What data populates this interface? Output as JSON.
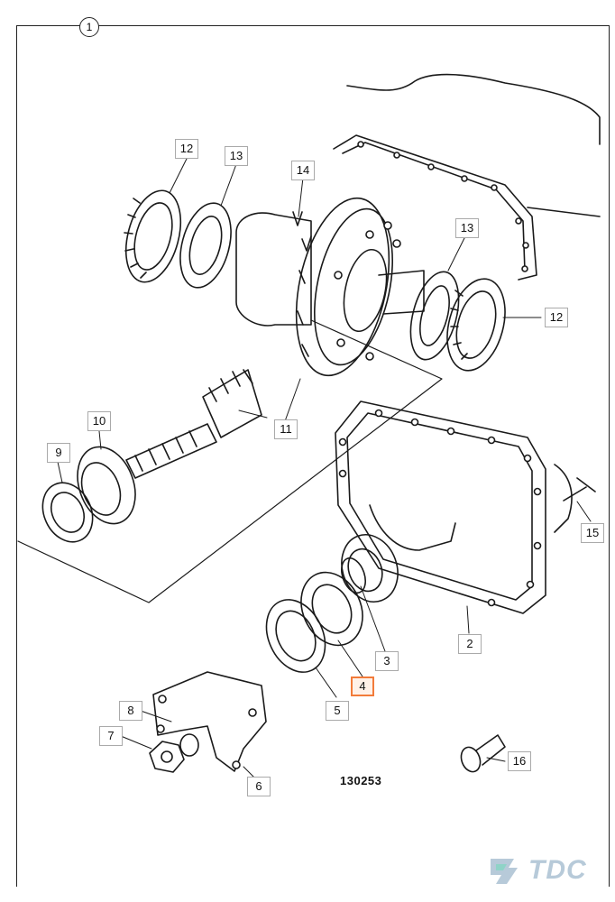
{
  "sheet_number": "1",
  "drawing_number": "130253",
  "brand": {
    "logo_text": "TDC",
    "color": "#b7cad9",
    "accent": "#8fd3c7"
  },
  "highlight_color": "#f27b3a",
  "callouts": [
    {
      "id": "12a",
      "label": "12",
      "highlighted": false
    },
    {
      "id": "13a",
      "label": "13",
      "highlighted": false
    },
    {
      "id": "14",
      "label": "14",
      "highlighted": false
    },
    {
      "id": "13b",
      "label": "13",
      "highlighted": false
    },
    {
      "id": "12b",
      "label": "12",
      "highlighted": false
    },
    {
      "id": "10",
      "label": "10",
      "highlighted": false
    },
    {
      "id": "11",
      "label": "11",
      "highlighted": false
    },
    {
      "id": "9",
      "label": "9",
      "highlighted": false
    },
    {
      "id": "15",
      "label": "15",
      "highlighted": false
    },
    {
      "id": "2",
      "label": "2",
      "highlighted": false
    },
    {
      "id": "3",
      "label": "3",
      "highlighted": false
    },
    {
      "id": "4",
      "label": "4",
      "highlighted": true
    },
    {
      "id": "5",
      "label": "5",
      "highlighted": false
    },
    {
      "id": "8",
      "label": "8",
      "highlighted": false
    },
    {
      "id": "7",
      "label": "7",
      "highlighted": false
    },
    {
      "id": "6",
      "label": "6",
      "highlighted": false
    },
    {
      "id": "16",
      "label": "16",
      "highlighted": false
    }
  ]
}
